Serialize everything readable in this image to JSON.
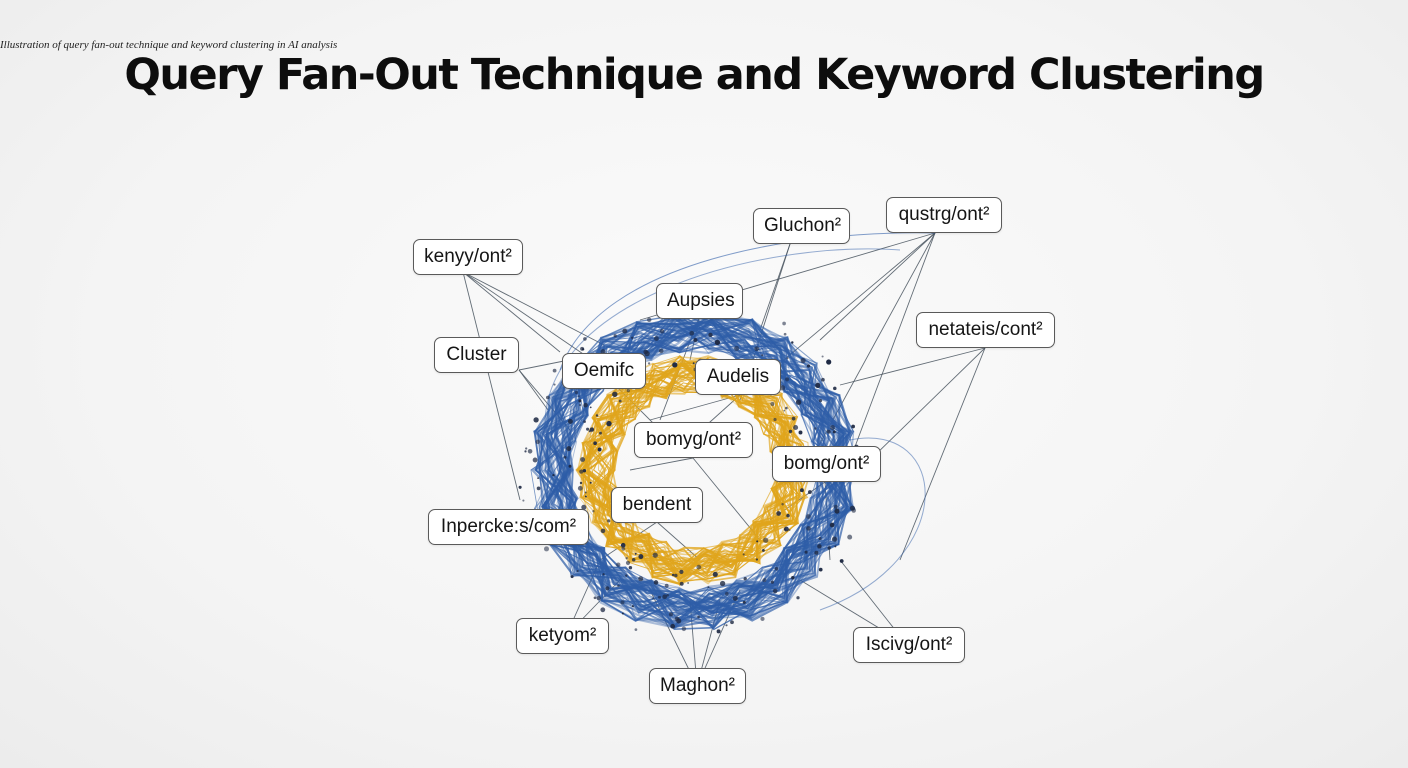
{
  "caption": "Illustration of query fan-out technique and keyword clustering in AI analysis",
  "title": "Query Fan-Out Technique and Keyword Clustering",
  "colors": {
    "outer_ring": "#2f5ea8",
    "inner_ring": "#e0a51c",
    "dots": "#1f2a44",
    "lines": "#4a5560"
  },
  "nodes": [
    {
      "id": "n1",
      "label": "kenyy/ont²"
    },
    {
      "id": "n2",
      "label": "Cluster"
    },
    {
      "id": "n3",
      "label": "Gluchon²"
    },
    {
      "id": "n4",
      "label": "qustrg/ont²"
    },
    {
      "id": "n5",
      "label": "Aupsies"
    },
    {
      "id": "n6",
      "label": "netateis/cont²"
    },
    {
      "id": "n7",
      "label": "Oemifc"
    },
    {
      "id": "n8",
      "label": "Audelis"
    },
    {
      "id": "n9",
      "label": "bomyg/ont²"
    },
    {
      "id": "n10",
      "label": "bomg/ont²"
    },
    {
      "id": "n11",
      "label": "bendent"
    },
    {
      "id": "n12",
      "label": "Inpercke:s/com²"
    },
    {
      "id": "n13",
      "label": "ketyom²"
    },
    {
      "id": "n14",
      "label": "Iscivg/ont²"
    },
    {
      "id": "n15",
      "label": "Maghon²"
    }
  ]
}
